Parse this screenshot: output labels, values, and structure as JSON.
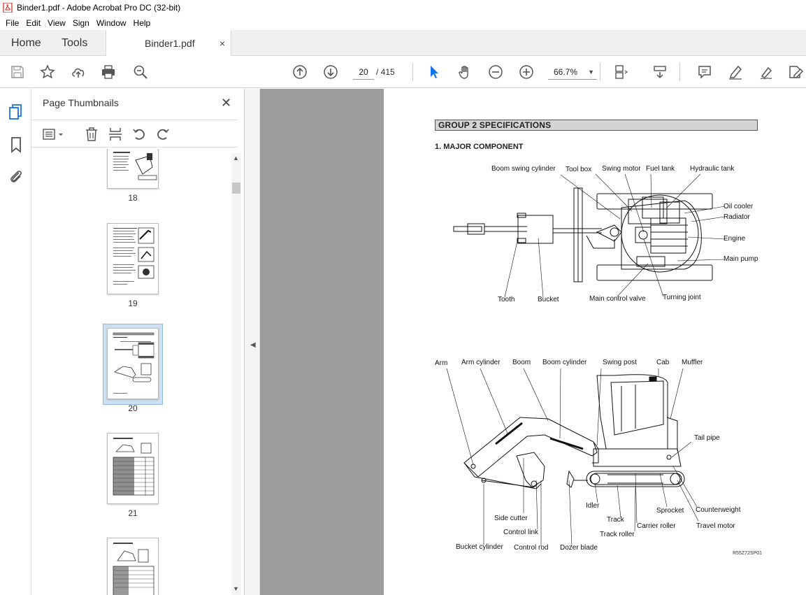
{
  "window": {
    "title": "Binder1.pdf - Adobe Acrobat Pro DC (32-bit)"
  },
  "menu": [
    "File",
    "Edit",
    "View",
    "Sign",
    "Window",
    "Help"
  ],
  "tabs": {
    "home": "Home",
    "tools": "Tools",
    "document": "Binder1.pdf",
    "close": "×"
  },
  "toolbar": {
    "page_current": "20",
    "page_total": "/ 415",
    "zoom": "66.7%"
  },
  "panel": {
    "title": "Page Thumbnails",
    "close": "✕",
    "thumbnails": [
      {
        "num": "18"
      },
      {
        "num": "19"
      },
      {
        "num": "20",
        "selected": true
      },
      {
        "num": "21"
      }
    ]
  },
  "doc": {
    "group_title": "GROUP 2  SPECIFICATIONS",
    "section_title": "1.  MAJOR COMPONENT",
    "top_labels": {
      "boom_swing_cylinder": "Boom swing cylinder",
      "tool_box": "Tool box",
      "swing_motor": "Swing motor",
      "fuel_tank": "Fuel tank",
      "hydraulic_tank": "Hydraulic tank",
      "oil_cooler": "Oil cooler",
      "radiator": "Radiator",
      "engine": "Engine",
      "main_pump": "Main pump",
      "tooth": "Tooth",
      "bucket": "Bucket",
      "main_control_valve": "Main control valve",
      "turning_joint": "Turning joint"
    },
    "side_labels": {
      "arm": "Arm",
      "arm_cylinder": "Arm cylinder",
      "boom": "Boom",
      "boom_cylinder": "Boom cylinder",
      "swing_post": "Swing post",
      "cab": "Cab",
      "muffler": "Muffler",
      "tail_pipe": "Tail pipe",
      "idler": "Idler",
      "sprocket": "Sprocket",
      "counterweight": "Counterweight",
      "track": "Track",
      "carrier_roller": "Carrier roller",
      "travel_motor": "Travel motor",
      "track_roller": "Track roller",
      "side_cutter": "Side cutter",
      "control_link": "Control link",
      "bucket_cylinder": "Bucket cylinder",
      "control_rod": "Control rod",
      "dozer_blade": "Dozer blade"
    },
    "figure_code": "R55Z72SP01"
  },
  "colors": {
    "accent_blue": "#1473e6",
    "pdf_red": "#d9261c",
    "doc_bg": "#9d9d9d"
  }
}
